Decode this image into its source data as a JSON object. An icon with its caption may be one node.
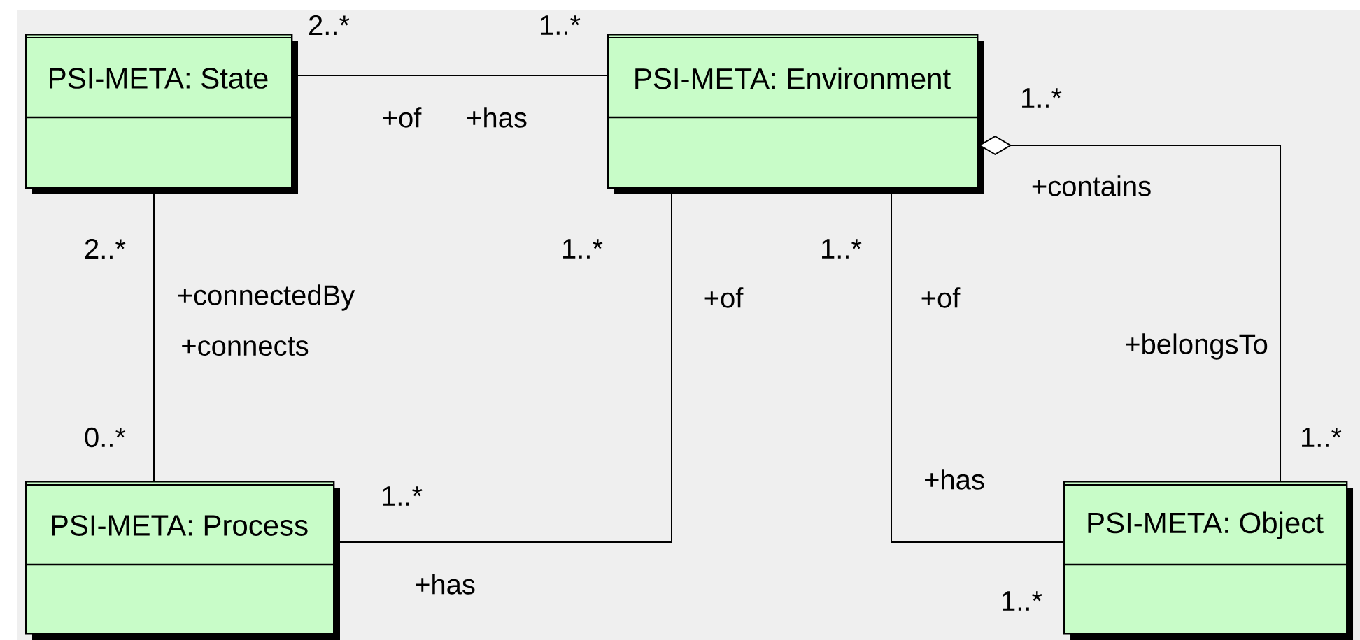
{
  "diagram": {
    "nodes": [
      {
        "text": [
          "PSI-META: State"
        ]
      },
      {
        "text": [
          "PSI-META: Environment"
        ]
      },
      {
        "text": [
          "PSI-META: Process"
        ]
      },
      {
        "text": [
          "PSI-META: Object"
        ]
      }
    ],
    "edges": [
      {
        "from": 0,
        "to": 1,
        "arrow": "none"
      },
      {
        "from": 0,
        "to": 2,
        "arrow": "none"
      },
      {
        "from": 1,
        "to": 2,
        "arrow": "none"
      },
      {
        "from": 1,
        "to": 3,
        "arrow": "none"
      },
      {
        "from": 1,
        "to": 3,
        "arrow": "other"
      }
    ],
    "labels": [
      "2..*",
      "1..*",
      "1..*",
      "+of",
      "+has",
      "+contains",
      "2..*",
      "1..*",
      "1..*",
      "+connectedBy",
      "+of",
      "+of",
      "+connects",
      "+belongsTo",
      "0..*",
      "1..*",
      "+has",
      "1..*",
      "+has",
      "1..*"
    ]
  }
}
